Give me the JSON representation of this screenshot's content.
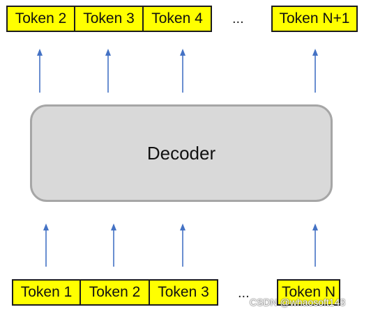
{
  "outputs": {
    "tokens": [
      "Token 2",
      "Token 3",
      "Token 4",
      "Token N+1"
    ],
    "ellipsis": "..."
  },
  "decoder": {
    "label": "Decoder"
  },
  "inputs": {
    "tokens": [
      "Token 1",
      "Token 2",
      "Token 3",
      "Token N"
    ],
    "ellipsis": "..."
  },
  "watermark": "CSDN @whaosoft143",
  "colors": {
    "token_fill": "#ffff00",
    "token_border": "#1c1c1c",
    "decoder_fill": "#d9d9d9",
    "decoder_border": "#a6a6a6",
    "arrow": "#4472c4"
  }
}
